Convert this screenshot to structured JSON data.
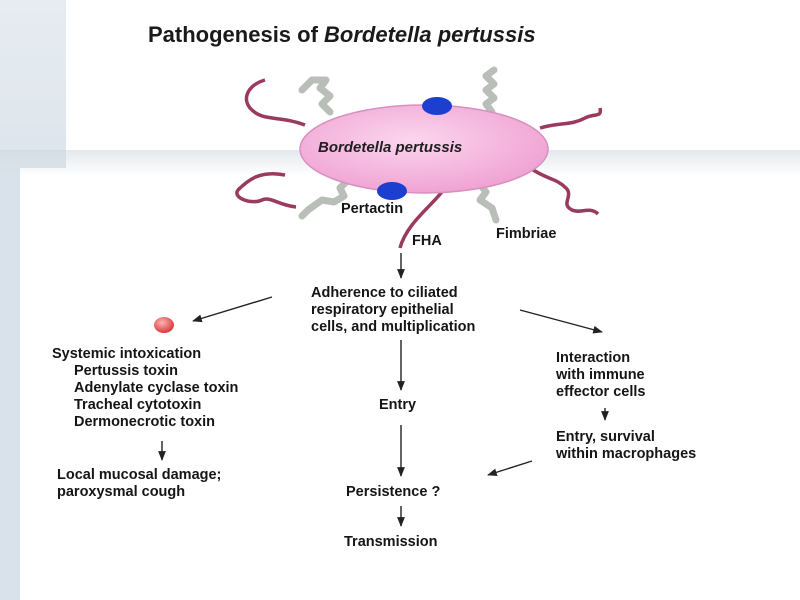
{
  "title": {
    "prefix": "Pathogenesis of ",
    "species": "Bordetella pertussis"
  },
  "bacterium": {
    "label": "Bordetella pertussis"
  },
  "surface_factors": {
    "pertactin": "Pertactin",
    "fha": "FHA",
    "fimbriae": "Fimbriae"
  },
  "center": {
    "adherence": "Adherence to ciliated\nrespiratory epithelial\ncells, and multiplication",
    "entry": "Entry",
    "persistence": "Persistence ?",
    "transmission": "Transmission"
  },
  "left": {
    "systemic_heading": "Systemic intoxication",
    "toxins": [
      "Pertussis toxin",
      "Adenylate cyclase toxin",
      "Tracheal cytotoxin",
      "Dermonecrotic toxin"
    ],
    "damage": "Local mucosal damage;\nparoxysmal cough"
  },
  "right": {
    "interaction": "Interaction\nwith immune\neffector cells",
    "survival": "Entry, survival\nwithin macrophages"
  },
  "colors": {
    "body_fill": "#f4b6dc",
    "flagella": "#9a3a5f",
    "surface_protein": "#1d3fcf",
    "fimbriae": "#b9beb9",
    "toxin_dot": "#e24a4a"
  }
}
